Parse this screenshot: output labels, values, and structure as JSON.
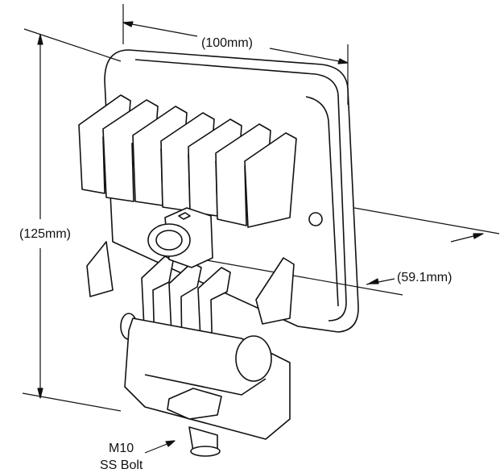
{
  "dimensions": {
    "width": "(100mm)",
    "height": "(125mm)",
    "depth": "(59.1mm)"
  },
  "callout": {
    "bolt_size": "M10",
    "bolt_type": "SS Bolt"
  },
  "colors": {
    "line": "#111111",
    "background": "#ffffff"
  }
}
